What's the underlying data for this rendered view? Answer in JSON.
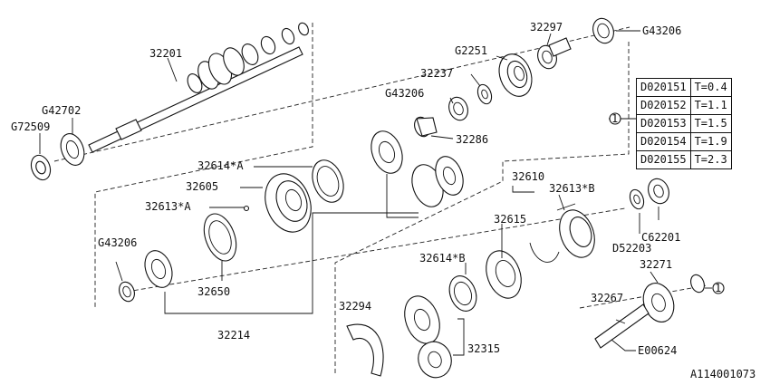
{
  "labels": {
    "p32201": "32201",
    "g42702": "G42702",
    "g72509": "G72509",
    "p32297": "32297",
    "g43206_top": "G43206",
    "g2251": "G2251",
    "p32237": "32237",
    "g43206_mid": "G43206",
    "p32286": "32286",
    "p32614a": "32614*A",
    "p32605": "32605",
    "p32613a": "32613*A",
    "g43206_low": "G43206",
    "p32650": "32650",
    "p32214": "32214",
    "p32610": "32610",
    "p32613b": "32613*B",
    "p32615": "32615",
    "c62201": "C62201",
    "d52203": "D52203",
    "p32271": "32271",
    "p32614b": "32614*B",
    "p32294": "32294",
    "p32315": "32315",
    "p32267": "32267",
    "e00624": "E00624",
    "ref1": "1",
    "ref2": "1",
    "figure_id": "A114001073"
  },
  "spec_table": [
    {
      "part": "D020151",
      "thickness": "T=0.4"
    },
    {
      "part": "D020152",
      "thickness": "T=1.1"
    },
    {
      "part": "D020153",
      "thickness": "T=1.5"
    },
    {
      "part": "D020154",
      "thickness": "T=1.9"
    },
    {
      "part": "D020155",
      "thickness": "T=2.3"
    }
  ]
}
